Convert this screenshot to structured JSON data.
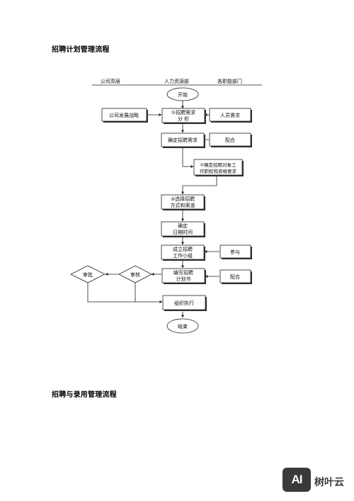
{
  "sections": {
    "plan_title": "招聘计划管理流程",
    "hire_title": "招聘与录用管理流程"
  },
  "lanes": {
    "management": "公司高层",
    "hr": "人力资源部",
    "departments": "各职能部门"
  },
  "nodes": {
    "start": "开始",
    "strategy": "公司发展战略",
    "analysis_line1": "①招聘需求",
    "analysis_line2": "分    析",
    "staff_need": "人员需求",
    "confirm_need": "确定招聘需求",
    "cooperate1": "配合",
    "target_line1": "②确定招聘对象工",
    "target_line2": "作职权和资格要求",
    "method_line1": "③选择招聘",
    "method_line2": "方式和渠道",
    "date_line1": "确定",
    "date_line2": "日期时间",
    "team_line1": "成立招聘",
    "team_line2": "工作小组",
    "participate": "参与",
    "write_line1": "编写招聘",
    "write_line2": "计划书",
    "cooperate2": "配合",
    "approve": "审批",
    "review": "审核",
    "execute": "组织执行",
    "end": "结束"
  },
  "footer": {
    "logo_text": "AI",
    "brand": "树叶云"
  }
}
